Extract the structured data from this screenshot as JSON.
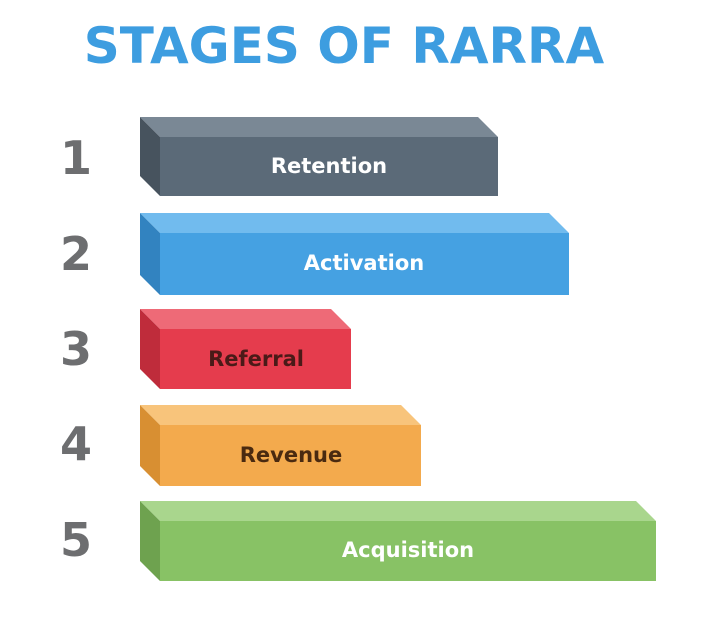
{
  "title": "STAGES OF RARRA",
  "stages": [
    {
      "number": "1",
      "label": "Retention",
      "front": "#5b6a78",
      "top": "#7a8895",
      "side": "#47535e",
      "text": "#ffffff"
    },
    {
      "number": "2",
      "label": "Activation",
      "front": "#45a1e2",
      "top": "#71bbee",
      "side": "#3283c0",
      "text": "#ffffff"
    },
    {
      "number": "3",
      "label": "Referral",
      "front": "#e53c4d",
      "top": "#ee6a77",
      "side": "#bf2c3b",
      "text": "#4a1a18"
    },
    {
      "number": "4",
      "label": "Revenue",
      "front": "#f3aa4d",
      "top": "#f8c47b",
      "side": "#d88f32",
      "text": "#4a2a10"
    },
    {
      "number": "5",
      "label": "Acquisition",
      "front": "#88c265",
      "top": "#a9d68d",
      "side": "#6ea24f",
      "text": "#ffffff"
    }
  ]
}
